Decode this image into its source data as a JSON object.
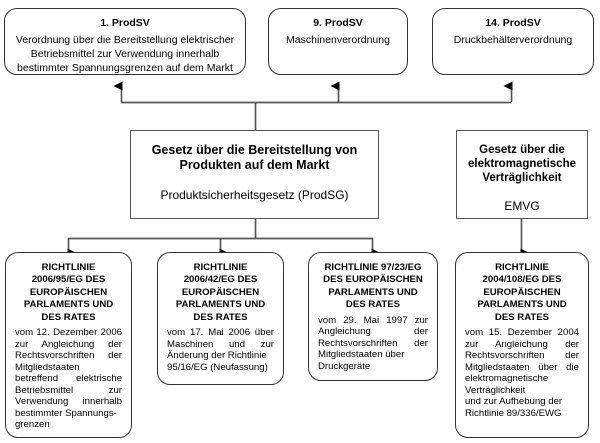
{
  "diagram": {
    "title": "Produktsicherheitsrecht Struktur",
    "colors": {
      "background": "#ffffff",
      "box_border": "#333333",
      "box_border_square": "#555555",
      "connector": "#555555",
      "text": "#000000"
    }
  },
  "top_row": [
    {
      "id": "prodsv-1",
      "title": "1. ProdSV",
      "lines": [
        "Verordnung über die Bereitstellung elektrischer",
        "Betriebsmittel zur Verwendung innerhalb",
        "bestimmter Spannungsgrenzen auf dem Markt"
      ]
    },
    {
      "id": "prodsv-9",
      "title": "9. ProdSV",
      "subtitle": "Maschinenverordnung"
    },
    {
      "id": "prodsv-14",
      "title": "14. ProdSV",
      "subtitle": "Druckbehälterverordnung"
    }
  ],
  "middle_row": [
    {
      "id": "prodsg",
      "title_lines": [
        "Gesetz über die Bereitstellung von",
        "Produkten auf dem Markt"
      ],
      "subtitle": "Produktsicherheitsgesetz (ProdSG)"
    },
    {
      "id": "emvg",
      "title_lines": [
        "Gesetz über die",
        "elektromagnetische",
        "Verträglichkeit"
      ],
      "subtitle": "EMVG"
    }
  ],
  "bottom_row": [
    {
      "id": "dir-2006-95",
      "title_lines": [
        "RICHTLINIE",
        "2006/95/EG DES",
        "EUROPÄISCHEN",
        "PARLAMENTS UND",
        "DES RATES"
      ],
      "body": "vom 12. Dezember 2006 zur Angleichung der Rechtsvorschriften der Mitgliedstaaten betreffend elektrische Betriebsmittel zur Verwendung innerhalb bestimmter Spannungs-",
      "body_last": "grenzen"
    },
    {
      "id": "dir-2006-42",
      "title_lines": [
        "RICHTLINIE",
        "2006/42/EG DES",
        "EUROPÄISCHEN",
        "PARLAMENTS UND",
        "DES RATES"
      ],
      "body": "vom 17. Mai 2006 über Maschinen und zur Änderung der Richtlinie",
      "body_last": "95/16/EG (Neufassung)"
    },
    {
      "id": "dir-97-23",
      "title_lines": [
        "RICHTLINIE 97/23/EG",
        "DES EUROPÄISCHEN",
        "PARLAMENTS UND",
        "DES RATES"
      ],
      "body": "vom 29. Mai 1997 zur Angleichung der Rechtsvorschriften der Mitgliedstaaten über",
      "body_last": "Druckgeräte"
    },
    {
      "id": "dir-2004-108",
      "title_lines": [
        "RICHTLINIE",
        "2004/108/EG DES",
        "EUROPÄISCHEN",
        "PARLAMENTS UND",
        "DES RATES"
      ],
      "body": "vom 15. Dezember 2004 zur Angleichung der Rechtsvorschriften der Mitgliedstaaten über die elektromagnetische Verträglichkeit",
      "body_last": "und zur Aufhebung der Richtlinie 89/336/EWG"
    }
  ]
}
